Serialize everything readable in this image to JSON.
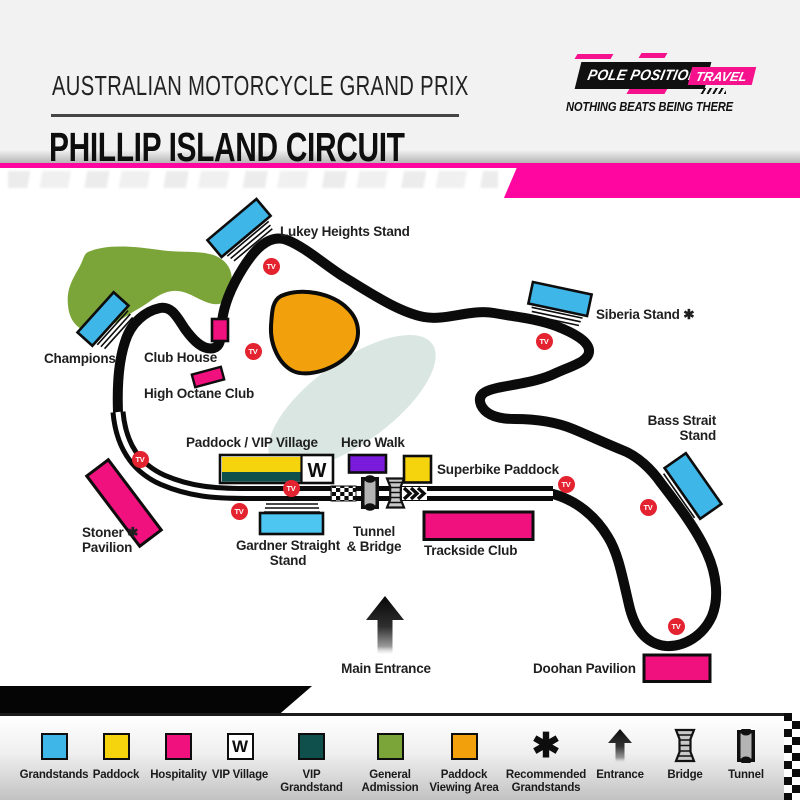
{
  "header": {
    "title_small": "AUSTRALIAN MOTORCYCLE GRAND PRIX",
    "title_main": "PHILLIP ISLAND CIRCUIT"
  },
  "logo": {
    "line1": "POLE POSITION",
    "line2": "TRAVEL",
    "tagline": "NOTHING BEATS BEING THERE"
  },
  "map": {
    "labels": {
      "lukey": "Lukey Heights Stand",
      "siberia": "Siberia Stand ✱",
      "champions": "Champions",
      "club_house": "Club House",
      "high_octane": "High Octane Club",
      "paddock_vip": "Paddock / VIP Village",
      "hero_walk": "Hero Walk",
      "superbike": "Superbike Paddock",
      "bass_strait": "Bass Strait\nStand",
      "stoner": "Stoner ✱\nPavilion",
      "gardner": "Gardner Straight\nStand",
      "tunnel_bridge": "Tunnel\n& Bridge",
      "trackside": "Trackside Club",
      "doohan": "Doohan Pavilion",
      "main_entrance": "Main Entrance"
    },
    "tv_label": "TV",
    "tv_count": 9
  },
  "legend": {
    "items": [
      {
        "label": "Grandstands",
        "type": "swatch",
        "color": "#3fb6e8"
      },
      {
        "label": "Paddock",
        "type": "swatch",
        "color": "#f5d40e"
      },
      {
        "label": "Hospitality",
        "type": "swatch",
        "color": "#f0107e"
      },
      {
        "label": "VIP Village",
        "type": "vip-village",
        "color": "#ffffff"
      },
      {
        "label": "VIP\nGrandstand",
        "type": "swatch",
        "color": "#0f4f4c"
      },
      {
        "label": "General\nAdmission",
        "type": "swatch",
        "color": "#7ba439"
      },
      {
        "label": "Paddock\nViewing Area",
        "type": "swatch",
        "color": "#f2a10d"
      },
      {
        "label": "Recommended\nGrandstands",
        "type": "asterisk",
        "glyph": "✱"
      },
      {
        "label": "Entrance",
        "type": "arrow"
      },
      {
        "label": "Bridge",
        "type": "bridge"
      },
      {
        "label": "Tunnel",
        "type": "tunnel"
      }
    ]
  },
  "colors": {
    "accent_pink": "#ff06a0",
    "logo_pink": "#f5128c",
    "grandstand_blue": "#3fb6e8",
    "paddock_yellow": "#f5d40e",
    "hospitality_pink": "#f0107e",
    "vip_teal": "#0f4f4c",
    "general_admission_green": "#7ba439",
    "paddock_viewing_orange": "#f2a10d",
    "hero_walk_purple": "#7a1bdb",
    "tv_red": "#e32330",
    "track_black": "#0b0b0b",
    "lake_blue": "#d9e6e2"
  }
}
